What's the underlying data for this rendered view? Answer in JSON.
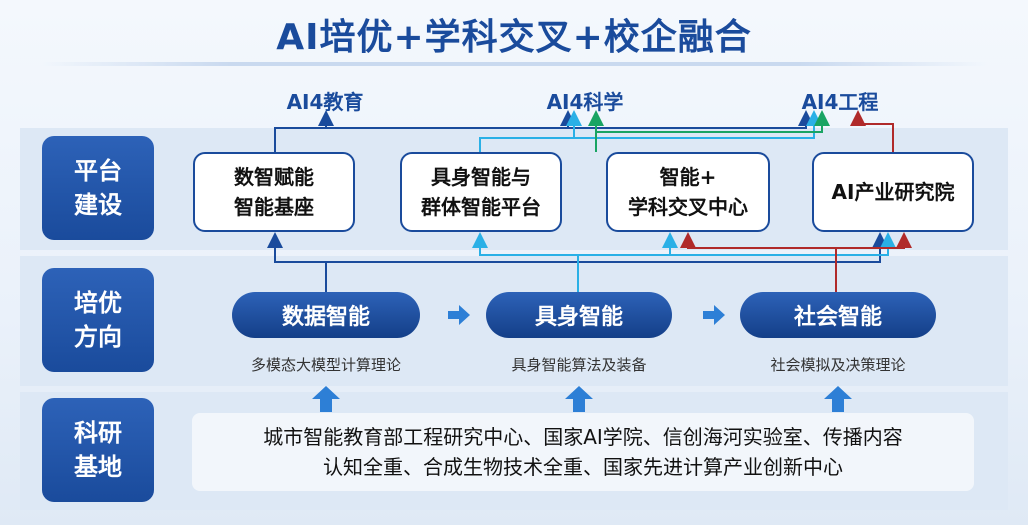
{
  "title": "AI培优+学科交叉+校企融合",
  "goals": [
    "AI4教育",
    "AI4科学",
    "AI4工程"
  ],
  "rows": {
    "platform": "平台\n建设",
    "direction": "培优\n方向",
    "base": "科研\n基地"
  },
  "platforms": [
    "数智赋能\n智能基座",
    "具身智能与\n群体智能平台",
    "智能+\n学科交叉中心",
    "AI产业研究院"
  ],
  "directions": [
    {
      "name": "数据智能",
      "caption": "多模态大模型计算理论"
    },
    {
      "name": "具身智能",
      "caption": "具身智能算法及装备"
    },
    {
      "name": "社会智能",
      "caption": "社会模拟及决策理论"
    }
  ],
  "base": {
    "line1": "城市智能教育部工程研究中心、国家AI学院、信创海河实验室、传播内容",
    "line2": "认知全重、合成生物技术全重、国家先进计算产业创新中心"
  },
  "colors": {
    "navy": "#1a4b9c",
    "light_blue": "#2ab0e6",
    "green": "#19a463",
    "dark_red": "#b02a2a"
  }
}
